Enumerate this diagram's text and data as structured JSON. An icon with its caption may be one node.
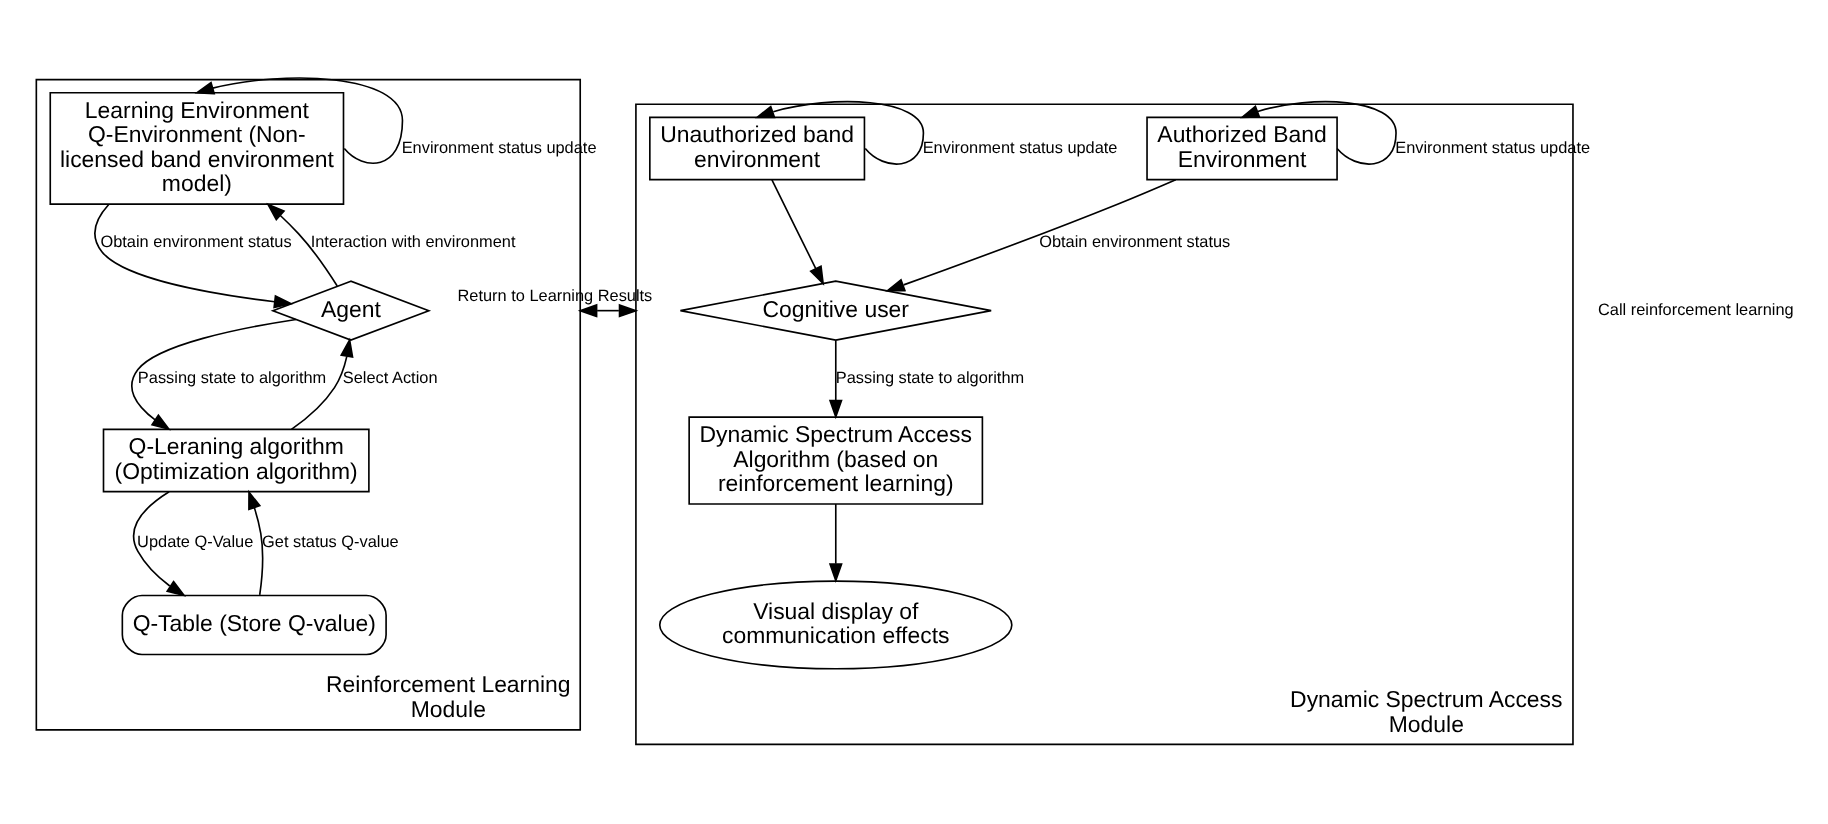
{
  "diagram": {
    "nodes": [
      {
        "text": [
          "Reinforcement Learning Module"
        ]
      },
      {
        "text": [
          "Learning Environment Q-Environment (Non-licensed band environment model)"
        ],
        "in": 0
      },
      {
        "text": [
          "Agent"
        ],
        "in": 0
      },
      {
        "text": [
          "Q-Leraning algorithm (Optimization algorithm)"
        ],
        "in": 0
      },
      {
        "text": [
          "Q-Table (Store Q-value)"
        ],
        "in": 0
      },
      {
        "text": [
          "Dynamic Spectrum Access Module"
        ]
      },
      {
        "text": [
          "Authorized Band Environment"
        ],
        "in": 5
      },
      {
        "text": [
          "Unauthorized band environment"
        ],
        "in": 5
      },
      {
        "text": [
          "Cognitive user"
        ],
        "in": 5
      },
      {
        "text": [
          "Dynamic Spectrum Access Algorithm (based on reinforcement learning)"
        ],
        "in": 5
      },
      {
        "text": [
          "Visual display of communication effects"
        ],
        "in": 5
      }
    ],
    "edges": [
      {
        "from": 1,
        "to": 1,
        "arrow": "to",
        "label": "Environment status update"
      },
      {
        "from": 1,
        "to": 2,
        "arrow": "to",
        "label": "Obtain environment status"
      },
      {
        "from": 2,
        "to": 3,
        "arrow": "to",
        "label": "Passing state to algorithm"
      },
      {
        "from": 2,
        "to": 1,
        "arrow": "to",
        "label": "Interaction with environment"
      },
      {
        "from": 3,
        "to": 2,
        "arrow": "to",
        "label": "Select Action"
      },
      {
        "from": 3,
        "to": 4,
        "arrow": "to",
        "label": "Update Q-Value"
      },
      {
        "from": 4,
        "to": 3,
        "arrow": "to",
        "label": "Get status Q-value"
      },
      {
        "from": 0,
        "to": 5,
        "arrow": "both",
        "label": "Return to Learning Results"
      },
      {
        "from": 6,
        "to": 6,
        "arrow": "to",
        "label": "Environment status update"
      },
      {
        "from": 7,
        "to": 7,
        "arrow": "to",
        "label": "Environment status update"
      },
      {
        "from": 6,
        "to": 8,
        "arrow": "to",
        "label": "Obtain environment status"
      },
      {
        "from": 7,
        "to": 8,
        "arrow": "to"
      },
      {
        "from": 8,
        "to": 9,
        "arrow": "to",
        "label": "Passing state to algorithm"
      },
      {
        "from": 9,
        "to": 10,
        "arrow": "to"
      }
    ],
    "labels": [
      "Call reinforcement learning"
    ]
  }
}
